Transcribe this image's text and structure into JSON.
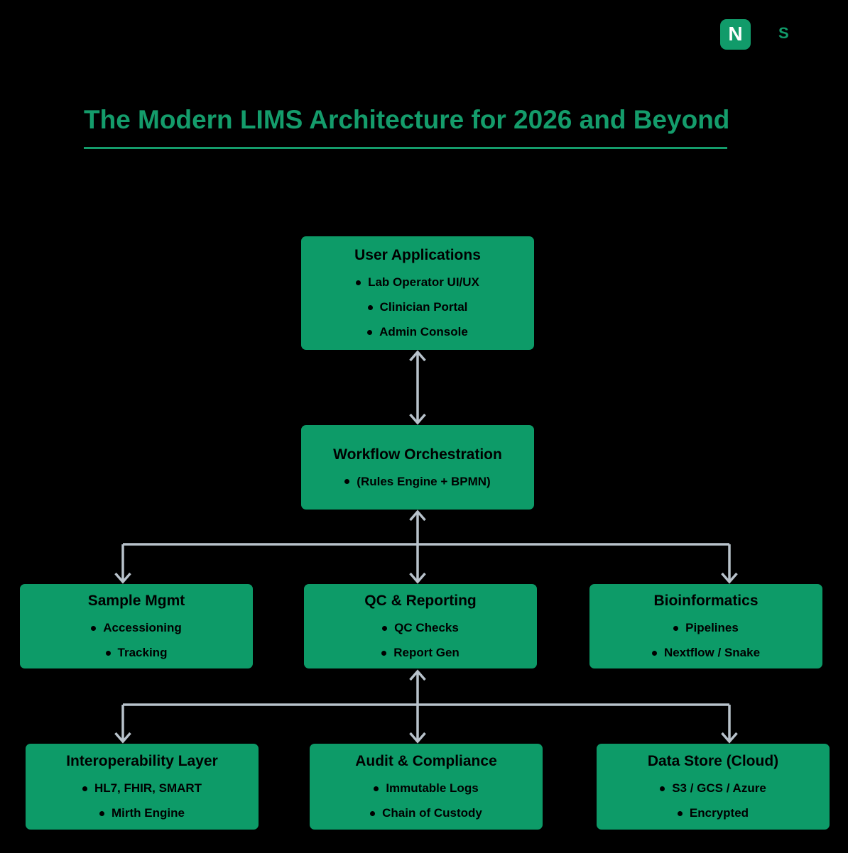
{
  "brand": {
    "logo_letter": "N",
    "side_letter": "S",
    "logo_bg": "#119b6a",
    "logo_fg": "#ffffff"
  },
  "header": {
    "title": "The Modern LIMS Architecture for 2026 and Beyond",
    "title_color": "#149c6b"
  },
  "colors": {
    "background": "#000000",
    "box_green": "#0d9b68",
    "box_text": "#000000",
    "arrow": "#b8c2cb"
  },
  "diagram": {
    "nodes": [
      {
        "id": "user-applications",
        "title": "User Applications",
        "items": [
          "Lab Operator UI/UX",
          "Clinician Portal",
          "Admin Console"
        ]
      },
      {
        "id": "workflow-orchestration",
        "title": "Workflow Orchestration",
        "items": [
          "(Rules Engine + BPMN)"
        ]
      },
      {
        "id": "sample-mgmt",
        "title": "Sample Mgmt",
        "items": [
          "Accessioning",
          "Tracking"
        ]
      },
      {
        "id": "qc-reporting",
        "title": "QC & Reporting",
        "items": [
          "QC Checks",
          "Report Gen"
        ]
      },
      {
        "id": "bioinformatics",
        "title": "Bioinformatics",
        "items": [
          "Pipelines",
          "Nextflow / Snake"
        ]
      },
      {
        "id": "interoperability-layer",
        "title": "Interoperability Layer",
        "items": [
          "HL7, FHIR, SMART",
          "Mirth Engine"
        ]
      },
      {
        "id": "audit-compliance",
        "title": "Audit & Compliance",
        "items": [
          "Immutable Logs",
          "Chain of Custody"
        ]
      },
      {
        "id": "data-store-cloud",
        "title": "Data Store (Cloud)",
        "items": [
          "S3 / GCS / Azure",
          "Encrypted"
        ]
      }
    ],
    "edges": [
      {
        "from": "User Applications",
        "to": "Workflow Orchestration",
        "type": "bidirectional"
      },
      {
        "from": "Workflow Orchestration",
        "to": "Sample Mgmt",
        "type": "down"
      },
      {
        "from": "Workflow Orchestration",
        "to": "QC & Reporting",
        "type": "bidirectional"
      },
      {
        "from": "Workflow Orchestration",
        "to": "Bioinformatics",
        "type": "down"
      },
      {
        "from": "QC & Reporting",
        "to": "Interoperability Layer",
        "type": "down"
      },
      {
        "from": "QC & Reporting",
        "to": "Audit & Compliance",
        "type": "bidirectional"
      },
      {
        "from": "QC & Reporting",
        "to": "Data Store (Cloud)",
        "type": "down"
      }
    ]
  }
}
